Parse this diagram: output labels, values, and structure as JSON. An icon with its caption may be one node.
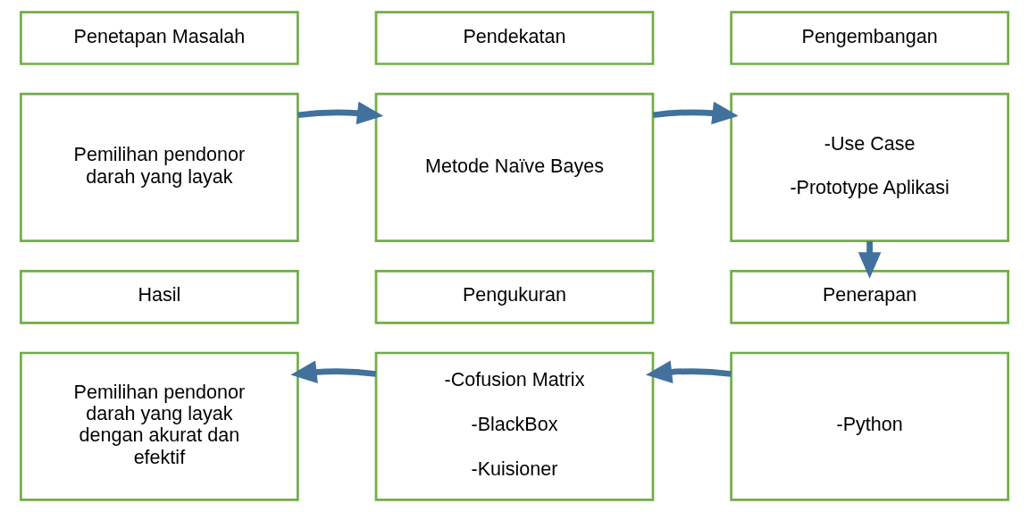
{
  "diagram": {
    "nodes": [
      {
        "text": [
          "Penetapan Masalah"
        ]
      },
      {
        "text": [
          "Pemilihan pendonor darah yang layak"
        ]
      },
      {
        "text": [
          "Pendekatan"
        ]
      },
      {
        "text": [
          "Metode Naïve Bayes"
        ]
      },
      {
        "text": [
          "Pengembangan"
        ]
      },
      {
        "text": [
          "-Use Case",
          "-Prototype Aplikasi"
        ]
      },
      {
        "text": [
          "Hasil"
        ]
      },
      {
        "text": [
          "Pemilihan pendonor darah yang layak dengan akurat dan efektif"
        ]
      },
      {
        "text": [
          "Pengukuran"
        ]
      },
      {
        "text": [
          "-Cofusion Matrix",
          "-BlackBox",
          "-Kuisioner"
        ]
      },
      {
        "text": [
          "Penerapan"
        ]
      },
      {
        "text": [
          "-Python"
        ]
      }
    ],
    "edges": [
      {
        "from": 1,
        "to": 3,
        "arrow": "to"
      },
      {
        "from": 3,
        "to": 5,
        "arrow": "to"
      },
      {
        "from": 5,
        "to": 10,
        "arrow": "to"
      },
      {
        "from": 11,
        "to": 9,
        "arrow": "to"
      },
      {
        "from": 9,
        "to": 7,
        "arrow": "to"
      }
    ]
  }
}
